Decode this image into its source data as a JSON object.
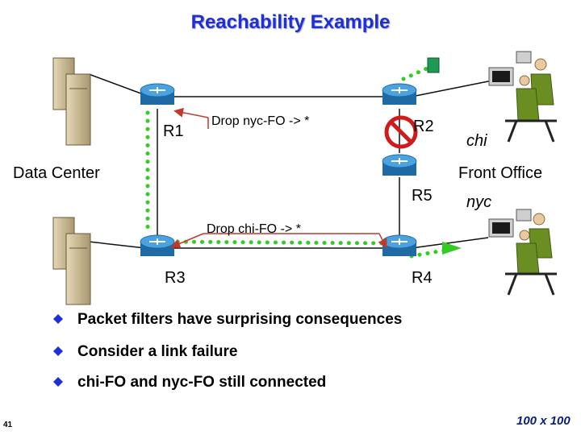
{
  "title": "Reachability Example",
  "routers": {
    "r1": "R1",
    "r2": "R2",
    "r3": "R3",
    "r4": "R4",
    "r5": "R5"
  },
  "labels": {
    "data_center": "Data Center",
    "front_office": "Front Office",
    "chi": "chi",
    "nyc": "nyc"
  },
  "annotations": {
    "drop_nyc": "Drop nyc-FO -> *",
    "drop_chi": "Drop chi-FO -> *"
  },
  "bullets": [
    "Packet filters have surprising consequences",
    "Consider a link failure",
    "chi-FO and nyc-FO still connected"
  ],
  "bullet_marker": "v",
  "footer": {
    "page_number": "41",
    "logo": "100 x 100"
  },
  "colors": {
    "title": "#1f2fd6",
    "link_dots": "#33cc22",
    "router": "#2a7bbf",
    "no_symbol": "#d11a1a",
    "annotation_line": "#c0392b"
  }
}
